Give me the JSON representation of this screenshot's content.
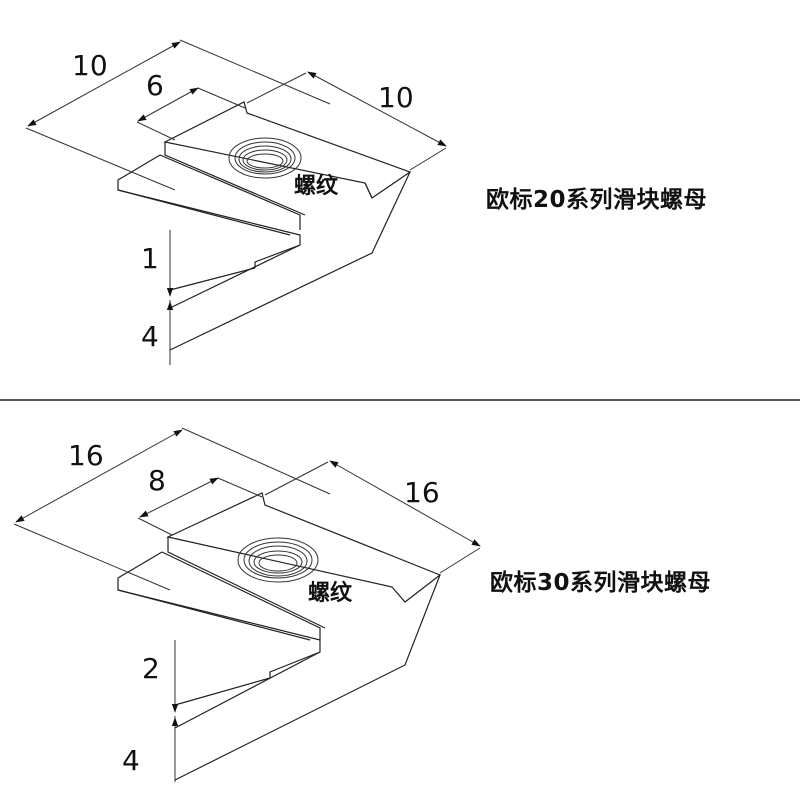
{
  "panels": [
    {
      "title": "欧标20系列滑块螺母",
      "thread_label": "螺纹",
      "dims": {
        "width": "10",
        "top_width": "6",
        "length": "10",
        "flange": "1",
        "height": "4"
      }
    },
    {
      "title": "欧标30系列滑块螺母",
      "thread_label": "螺纹",
      "dims": {
        "width": "16",
        "top_width": "8",
        "length": "16",
        "flange": "2",
        "height": "4"
      }
    }
  ],
  "colors": {
    "line": "#222222",
    "divider": "#555555",
    "background": "#ffffff"
  }
}
